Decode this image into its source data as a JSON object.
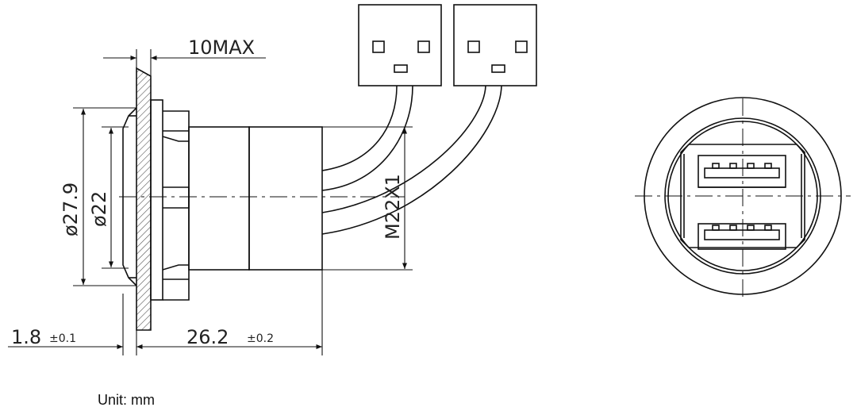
{
  "dimensions": {
    "thickness_max": "10MAX",
    "outer_diameter": "ø27.9",
    "inner_diameter": "ø22",
    "thread": "M22X1",
    "flange_thickness": "1.8",
    "flange_tolerance": "±0.1",
    "body_length": "26.2",
    "body_tolerance": "±0.2"
  },
  "unit_label": "Unit: mm",
  "colors": {
    "line": "#111111",
    "hatch": "#555555",
    "background": "#ffffff"
  }
}
